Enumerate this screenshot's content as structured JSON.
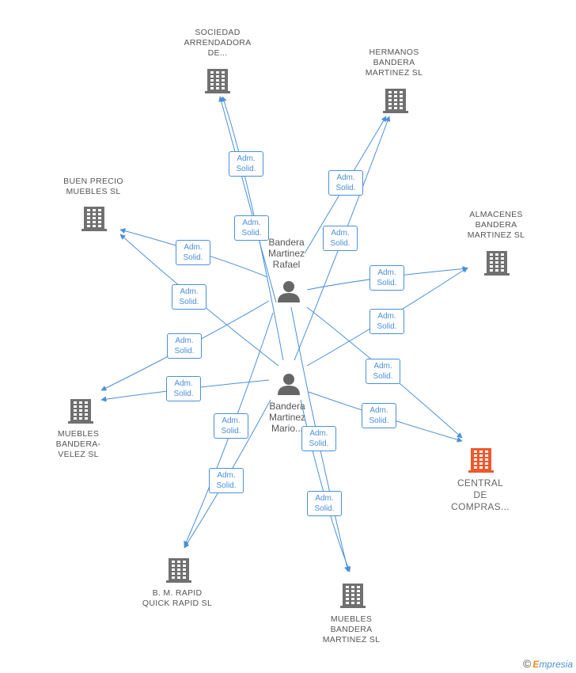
{
  "colors": {
    "edge": "#4a90d9",
    "building": "#707070",
    "building_highlight": "#f0582d",
    "person": "#666666"
  },
  "companies": [
    {
      "id": "sociedad",
      "lines": [
        "SOCIEDAD",
        "ARRENDADORA",
        "DE..."
      ],
      "icon": "building-icon"
    },
    {
      "id": "hermanos",
      "lines": [
        "HERMANOS",
        "BANDERA",
        "MARTINEZ SL"
      ],
      "icon": "building-icon"
    },
    {
      "id": "buenprecio",
      "lines": [
        "BUEN PRECIO",
        "MUEBLES SL"
      ],
      "icon": "building-icon"
    },
    {
      "id": "almacenes",
      "lines": [
        "ALMACENES",
        "BANDERA",
        "MARTINEZ SL"
      ],
      "icon": "building-icon"
    },
    {
      "id": "velez",
      "lines": [
        "MUEBLES",
        "BANDERA-",
        "VELEZ SL"
      ],
      "icon": "building-icon"
    },
    {
      "id": "central",
      "lines": [
        "CENTRAL",
        "DE",
        "COMPRAS..."
      ],
      "icon": "building-icon",
      "highlight": true
    },
    {
      "id": "rapid",
      "lines": [
        "B.  M. RAPID",
        "QUICK RAPID SL"
      ],
      "icon": "building-icon"
    },
    {
      "id": "muebles_bm",
      "lines": [
        "MUEBLES",
        "BANDERA",
        "MARTINEZ SL"
      ],
      "icon": "building-icon"
    }
  ],
  "persons": [
    {
      "id": "rafael",
      "lines": [
        "Bandera",
        "Martinez",
        "Rafael"
      ],
      "icon": "person-icon"
    },
    {
      "id": "mario",
      "lines": [
        "Bandera",
        "Martinez",
        "Mario..."
      ],
      "icon": "person-icon"
    }
  ],
  "relation_label": [
    "Adm.",
    "Solid."
  ],
  "relations": [
    {
      "from": "rafael",
      "to": "sociedad"
    },
    {
      "from": "rafael",
      "to": "hermanos"
    },
    {
      "from": "rafael",
      "to": "buenprecio"
    },
    {
      "from": "rafael",
      "to": "almacenes"
    },
    {
      "from": "rafael",
      "to": "velez"
    },
    {
      "from": "rafael",
      "to": "central"
    },
    {
      "from": "rafael",
      "to": "rapid"
    },
    {
      "from": "rafael",
      "to": "muebles_bm"
    },
    {
      "from": "mario",
      "to": "sociedad"
    },
    {
      "from": "mario",
      "to": "hermanos"
    },
    {
      "from": "mario",
      "to": "buenprecio"
    },
    {
      "from": "mario",
      "to": "almacenes"
    },
    {
      "from": "mario",
      "to": "velez"
    },
    {
      "from": "mario",
      "to": "central"
    },
    {
      "from": "mario",
      "to": "rapid"
    },
    {
      "from": "mario",
      "to": "muebles_bm"
    }
  ],
  "footer": {
    "copyright": "©",
    "brand_first": "E",
    "brand_rest": "mpresia"
  }
}
